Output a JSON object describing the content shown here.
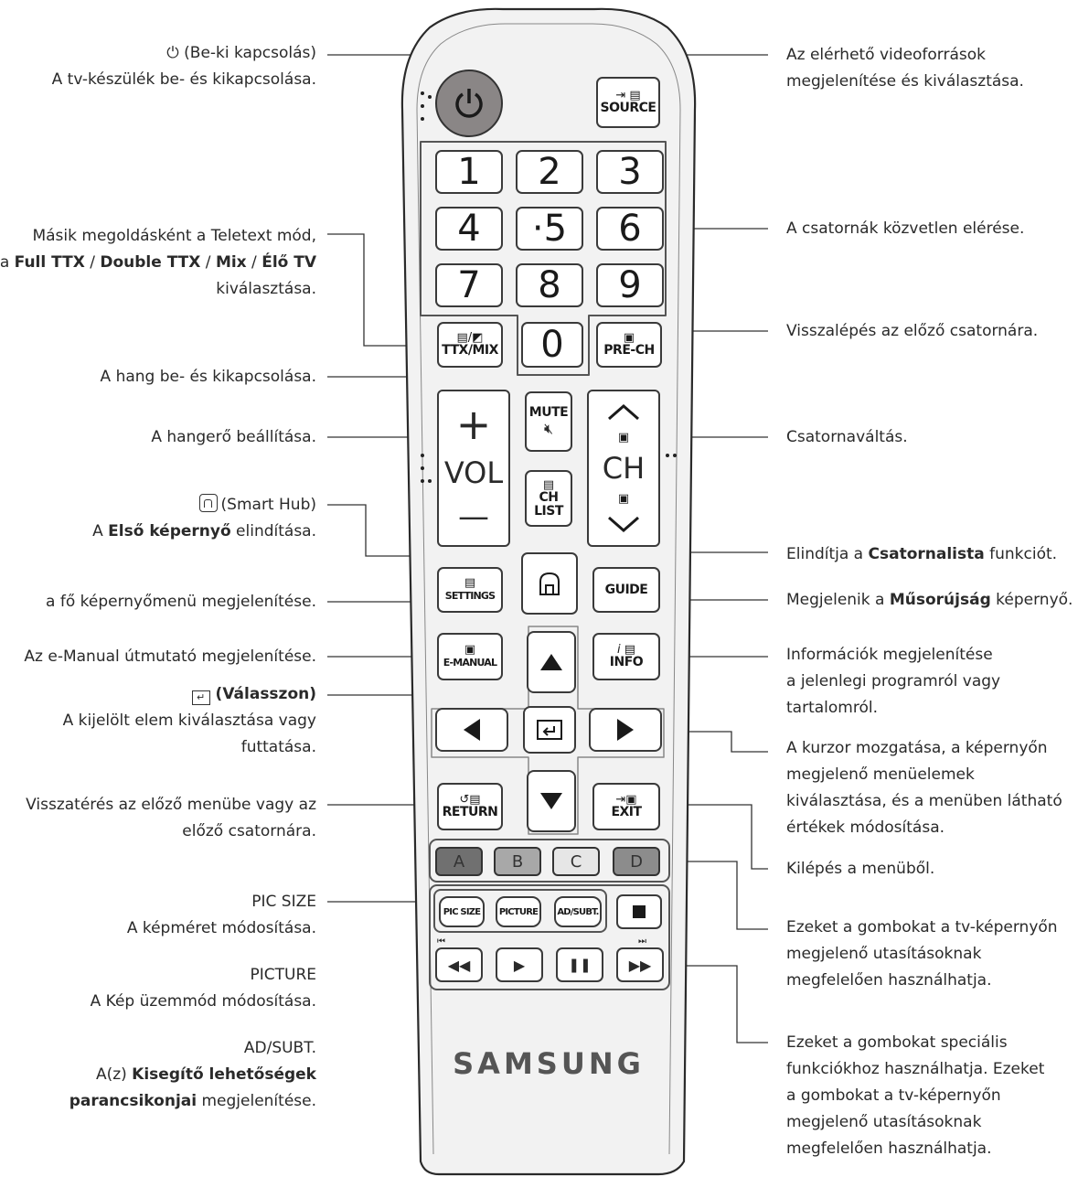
{
  "colors": {
    "power": "#8a8686",
    "btn_a": "#707070",
    "btn_b": "#a8a8a8",
    "btn_c": "#e6e6e6",
    "btn_d": "#8c8c8c",
    "body": "#f2f2f2"
  },
  "left_labels": {
    "power_title": "⏻ (Be-ki kapcsolás)",
    "power_desc": "A tv-készülék be- és kikapcsolása.",
    "ttx_l1": "Másik megoldásként a Teletext mód,",
    "ttx_l2_a": "a ",
    "ttx_l2_b": "Full TTX",
    "ttx_l2_c": " / ",
    "ttx_l2_d": "Double TTX",
    "ttx_l2_e": " / ",
    "ttx_l2_f": "Mix",
    "ttx_l2_g": " / ",
    "ttx_l2_h": "Élő TV",
    "ttx_l3": "kiválasztása.",
    "mute": "A hang be- és kikapcsolása.",
    "vol": "A hangerő beállítása.",
    "smarthub_title": "(Smart Hub)",
    "smarthub_a": "A ",
    "smarthub_b": "Első képernyő",
    "smarthub_c": " elindítása.",
    "settings": "a fő képernyőmenü megjelenítése.",
    "emanual": "Az e-Manual útmutató megjelenítése.",
    "select_title": "(Válasszon)",
    "select_d1": "A kijelölt elem kiválasztása vagy",
    "select_d2": "futtatása.",
    "return_1": "Visszatérés az előző menübe vagy az",
    "return_2": "előző csatornára.",
    "picsize_t": "PIC SIZE",
    "picsize_d": "A képméret módosítása.",
    "picture_t": "PICTURE",
    "picture_d": "A Kép üzemmód módosítása.",
    "adsubt_t": "AD/SUBT.",
    "adsubt_d1_a": "A(z) ",
    "adsubt_d1_b": "Kisegítő lehetőségek",
    "adsubt_d2_a": "parancsikonjai",
    "adsubt_d2_b": " megjelenítése."
  },
  "right_labels": {
    "source_1": "Az elérhető videoforrások",
    "source_2": "megjelenítése és kiválasztása.",
    "channels": "A csatornák közvetlen elérése.",
    "prech": "Visszalépés az előző csatornára.",
    "ch": "Csatornaváltás.",
    "chlist_a": "Elindítja a ",
    "chlist_b": "Csatornalista",
    "chlist_c": " funkciót.",
    "guide_a": "Megjelenik a ",
    "guide_b": "Műsorújság",
    "guide_c": " képernyő.",
    "info_1": "Információk megjelenítése",
    "info_2": "a jelenlegi programról vagy",
    "info_3": "tartalomról.",
    "cursor_1": "A kurzor mozgatása, a képernyőn",
    "cursor_2": "megjelenő menüelemek",
    "cursor_3": "kiválasztása, és a menüben látható",
    "cursor_4": "értékek módosítása.",
    "exit": "Kilépés a menüből.",
    "color_1": "Ezeket a gombokat a tv-képernyőn",
    "color_2": "megjelenő utasításoknak",
    "color_3": "megfelelően használhatja.",
    "media_1": "Ezeket a gombokat speciális",
    "media_2": "funkciókhoz használhatja. Ezeket",
    "media_3": "a gombokat a tv-képernyőn",
    "media_4": "megjelenő utasításoknak",
    "media_5": "megfelelően használhatja."
  },
  "remote": {
    "source": "SOURCE",
    "digits": [
      "1",
      "2",
      "3",
      "4",
      "·5",
      "6",
      "7",
      "8",
      "9",
      "0"
    ],
    "ttxmix": "TTX/MIX",
    "prech": "PRE-CH",
    "mute": "MUTE",
    "vol_plus": "+",
    "vol": "VOL",
    "vol_minus": "—",
    "ch": "CH",
    "ch_list_1": "CH",
    "ch_list_2": "LIST",
    "settings": "SETTINGS",
    "guide": "GUIDE",
    "emanual": "E-MANUAL",
    "info": "INFO",
    "return": "RETURN",
    "exit": "EXIT",
    "color_a": "A",
    "color_b": "B",
    "color_c": "C",
    "color_d": "D",
    "picsize": "PIC SIZE",
    "picture": "PICTURE",
    "adsubt": "AD/SUBT.",
    "brand": "SAMSUNG"
  }
}
